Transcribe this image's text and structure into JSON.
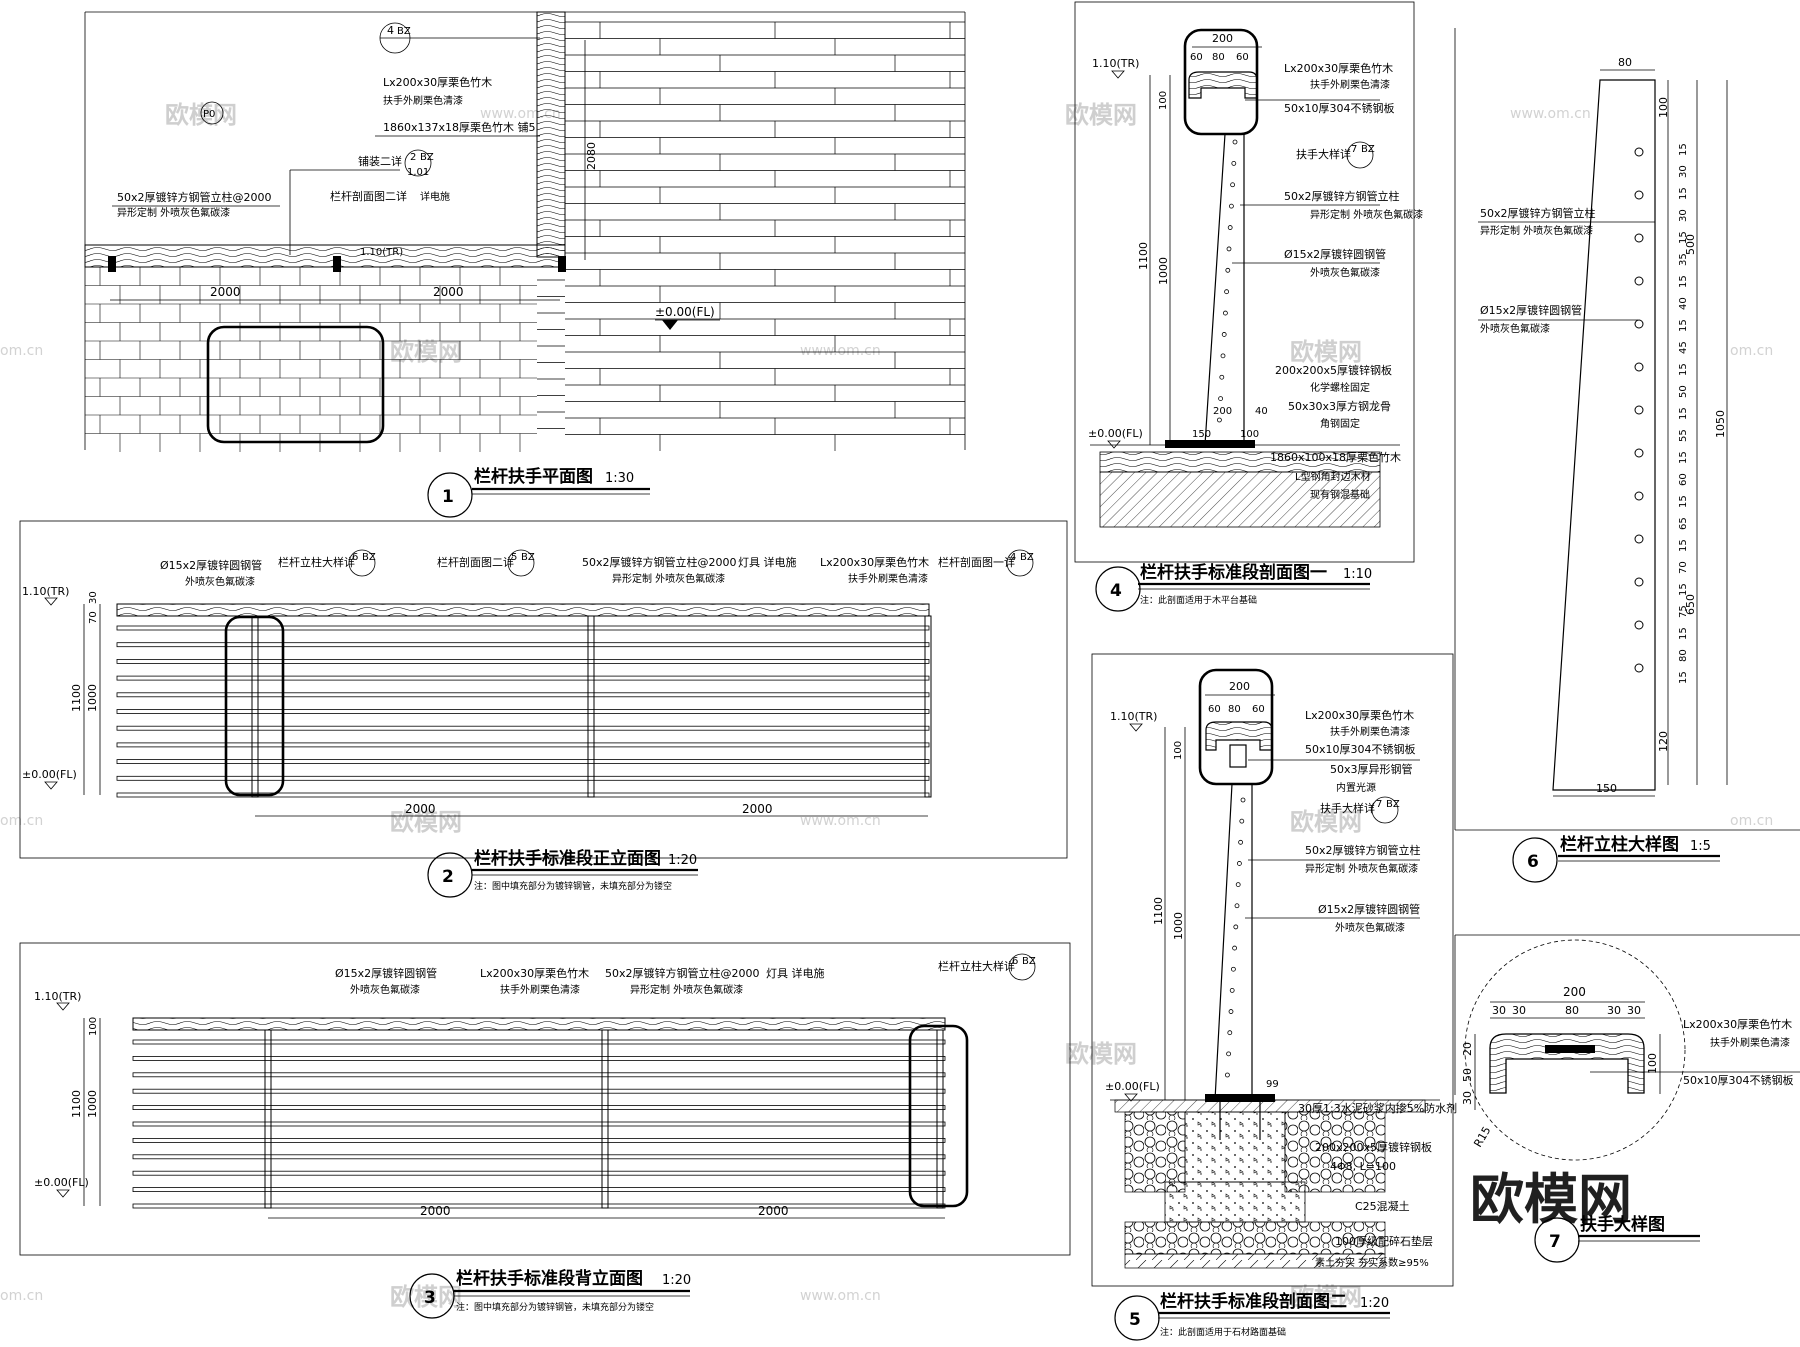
{
  "drawing1": {
    "title": "栏杆扶手平面图",
    "scale": "1:30",
    "number": "1",
    "label_lx": "Lx200x30厚栗色竹木",
    "label_lx_sub": "扶手外刷栗色清漆",
    "label_board": "1860x137x18厚栗色竹木  铺5",
    "label_post": "50x2厚镀锌方钢管立柱@2000",
    "label_post_sub": "异形定制  外喷灰色氟碳漆",
    "label_detail2": "铺装二详",
    "label_section2": "栏杆剖面图二详",
    "label_light": "详电施",
    "ref_num": "4",
    "ref_sheet": "BZ",
    "ref2_num": "2",
    "ref2_sheet": "BZ",
    "ref2_sub": "1.01",
    "ref3_num": "5",
    "p_tag": "P0",
    "dim_2000a": "2000",
    "dim_2000b": "2000",
    "dim_2080": "2080",
    "elev": "±0.00(FL)",
    "elev_top": "1.10(TR)"
  },
  "drawing2": {
    "title": "栏杆扶手标准段正立面图",
    "scale": "1:20",
    "number": "2",
    "note": "注：图中填充部分为镀锌钢管，未填充部分为镂空",
    "l1": "Ø15x2厚镀锌圆钢管",
    "l1s": "外喷灰色氟碳漆",
    "l2": "栏杆立柱大样详",
    "l2n": "6",
    "l2s": "BZ",
    "l3": "栏杆剖面图二详",
    "l3n": "5",
    "l3s": "BZ",
    "l4": "50x2厚镀锌方钢管立柱@2000",
    "l4s": "异形定制  外喷灰色氟碳漆",
    "l5": "灯具  详电施",
    "l6": "Lx200x30厚栗色竹木",
    "l6s": "扶手外刷栗色清漆",
    "l7": "栏杆剖面图一详",
    "l7n": "4",
    "l7s": "BZ",
    "elev_top": "1.10(TR)",
    "elev_bot": "±0.00(FL)",
    "d70": "70",
    "d30": "30",
    "d1100": "1100",
    "d1000": "1000",
    "d2000a": "2000",
    "d2000b": "2000"
  },
  "drawing3": {
    "title": "栏杆扶手标准段背立面图",
    "scale": "1:20",
    "number": "3",
    "note": "注：图中填充部分为镀锌钢管，未填充部分为镂空",
    "l1": "Ø15x2厚镀锌圆钢管",
    "l1s": "外喷灰色氟碳漆",
    "l2": "Lx200x30厚栗色竹木",
    "l2s": "扶手外刷栗色清漆",
    "l3": "50x2厚镀锌方钢管立柱@2000",
    "l3s": "异形定制  外喷灰色氟碳漆",
    "l4": "灯具  详电施",
    "l5": "栏杆立柱大样详",
    "l5n": "6",
    "l5s": "BZ",
    "elev_top": "1.10(TR)",
    "elev_bot": "±0.00(FL)",
    "d100": "100",
    "d1100": "1100",
    "d1000": "1000",
    "d2000a": "2000",
    "d2000b": "2000"
  },
  "drawing4": {
    "title": "栏杆扶手标准段剖面图一",
    "scale": "1:10",
    "number": "4",
    "note": "注：此剖面适用于木平台基础",
    "d200": "200",
    "d60a": "60",
    "d80": "80",
    "d60b": "60",
    "d100": "100",
    "d1100": "1100",
    "d1000": "1000",
    "d150": "150",
    "d100b": "100",
    "d200b": "200",
    "d40": "40",
    "elev_top": "1.10(TR)",
    "elev_bot": "±0.00(FL)",
    "l1": "Lx200x30厚栗色竹木",
    "l1s": "扶手外刷栗色清漆",
    "l2": "50x10厚304不锈钢板",
    "l3": "扶手大样详",
    "l3n": "7",
    "l3s": "BZ",
    "l4": "50x2厚镀锌方钢管立柱",
    "l4s": "异形定制  外喷灰色氟碳漆",
    "l5": "Ø15x2厚镀锌圆钢管",
    "l5s": "外喷灰色氟碳漆",
    "l6": "200x200x5厚镀锌钢板",
    "l6s": "化学螺栓固定",
    "l7": "50x30x3厚方钢龙骨",
    "l7s": "角钢固定",
    "l8": "1860x100x18厚栗色竹木",
    "l9": "L型钢角封边木材",
    "l10": "现有钢混基础"
  },
  "drawing5": {
    "title": "栏杆扶手标准段剖面图二",
    "scale": "1:20",
    "number": "5",
    "note": "注：此剖面适用于石材路面基础",
    "d200": "200",
    "d60a": "60",
    "d80": "80",
    "d60b": "60",
    "d100": "100",
    "d1100": "1100",
    "d1000": "1000",
    "d99": "99",
    "elev_top": "1.10(TR)",
    "elev_bot": "±0.00(FL)",
    "l1": "Lx200x30厚栗色竹木",
    "l1s": "扶手外刷栗色清漆",
    "l2": "50x10厚304不锈钢板",
    "l3": "50x3厚异形钢管",
    "l3s": "内置光源",
    "l4": "扶手大样详",
    "l4n": "7",
    "l4s": "BZ",
    "l5": "50x2厚镀锌方钢管立柱",
    "l5s": "异形定制  外喷灰色氟碳漆",
    "l6": "Ø15x2厚镀锌圆钢管",
    "l6s": "外喷灰色氟碳漆",
    "l7": "30厚1:3水泥砂浆内掺5%防水剂",
    "l8": "200x200x5厚镀锌钢板",
    "l9": "4Φ8, L=100",
    "l10": "C25混凝土",
    "l11": "100厚级配碎石垫层",
    "l12": "素土夯实  夯实系数≥95%"
  },
  "drawing6": {
    "title": "栏杆立柱大样图",
    "scale": "1:5",
    "number": "6",
    "d80": "80",
    "d150": "150",
    "d1050": "1050",
    "d500": "500",
    "d650": "650",
    "d100": "100",
    "d120": "120",
    "spacings": [
      "15",
      "30",
      "15",
      "30",
      "15",
      "35",
      "15",
      "40",
      "15",
      "45",
      "15",
      "50",
      "15",
      "55",
      "15",
      "60",
      "15",
      "65",
      "15",
      "70",
      "15",
      "75",
      "15",
      "80",
      "15"
    ],
    "l1": "50x2厚镀锌方钢管立柱",
    "l1s": "异形定制  外喷灰色氟碳漆",
    "l2": "Ø15x2厚镀锌圆钢管",
    "l2s": "外喷灰色氟碳漆"
  },
  "drawing7": {
    "title": "扶手大样图",
    "number": "7",
    "d200": "200",
    "d30a": "30",
    "d30b": "30",
    "d80": "80",
    "d30c": "30",
    "d30d": "30",
    "d100": "100",
    "d20": "20",
    "d50": "50",
    "d30": "30",
    "r15": "R15",
    "l1": "Lx200x30厚栗色竹木",
    "l1s": "扶手外刷栗色清漆",
    "l2": "50x10厚304不锈钢板"
  },
  "watermarks": {
    "brand": "欧模网",
    "url": "www.om.cn",
    "url2": "om.cn",
    "logo": "欧模网"
  }
}
